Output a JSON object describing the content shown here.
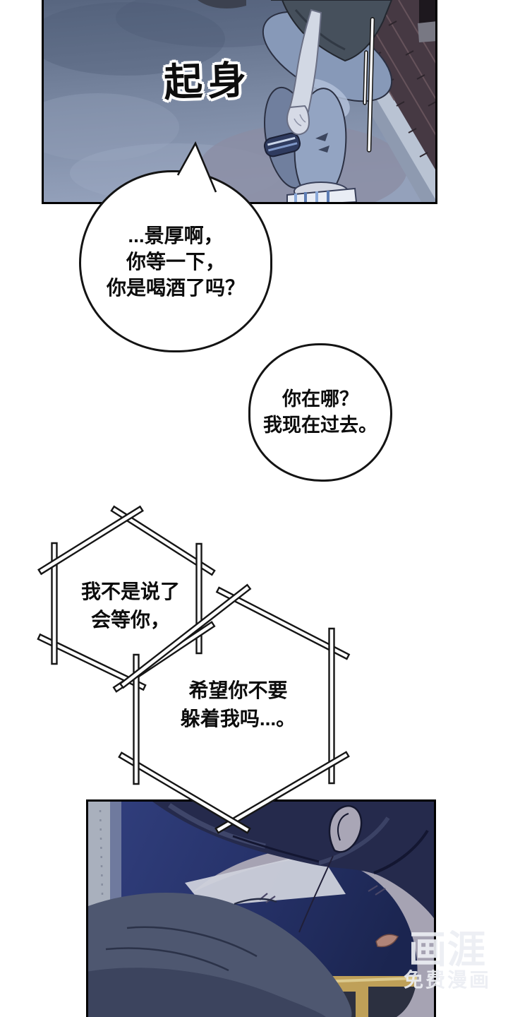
{
  "sfx": {
    "text": "起身"
  },
  "speech": {
    "bubble1": {
      "lines": [
        "...景厚啊，",
        "你等一下，",
        "你是喝酒了吗？"
      ]
    },
    "bubble2": {
      "lines": [
        "你在哪？",
        "我现在过去。"
      ]
    },
    "hex1": {
      "lines": [
        "我不是说了",
        "会等你，"
      ]
    },
    "hex2": {
      "lines": [
        "希望你不要",
        "躲着我吗...。"
      ]
    }
  },
  "watermark": {
    "logo": "画涯",
    "tagline": "免费漫画"
  },
  "colors": {
    "page_background": "#ffffff",
    "panel_border": "#000000",
    "sky_top": "#57657f",
    "sky_bottom": "#94a1bb",
    "brick_wall": "#463943",
    "ledge": "#b9c3d3",
    "jeans": "#8da0bf",
    "shirt": "#46505c",
    "skin_pale": "#d2d8e4",
    "night_background": "#27336b",
    "hair": "#252a4c",
    "face_skin": "#a6a3b3",
    "shoulder_shirt": "#4e5770",
    "building_yellow": "#bfa058",
    "bubble_fill": "#ffffff",
    "text_color": "#0c0c0c",
    "watermark_color": "rgba(236,238,243,0.92)"
  }
}
